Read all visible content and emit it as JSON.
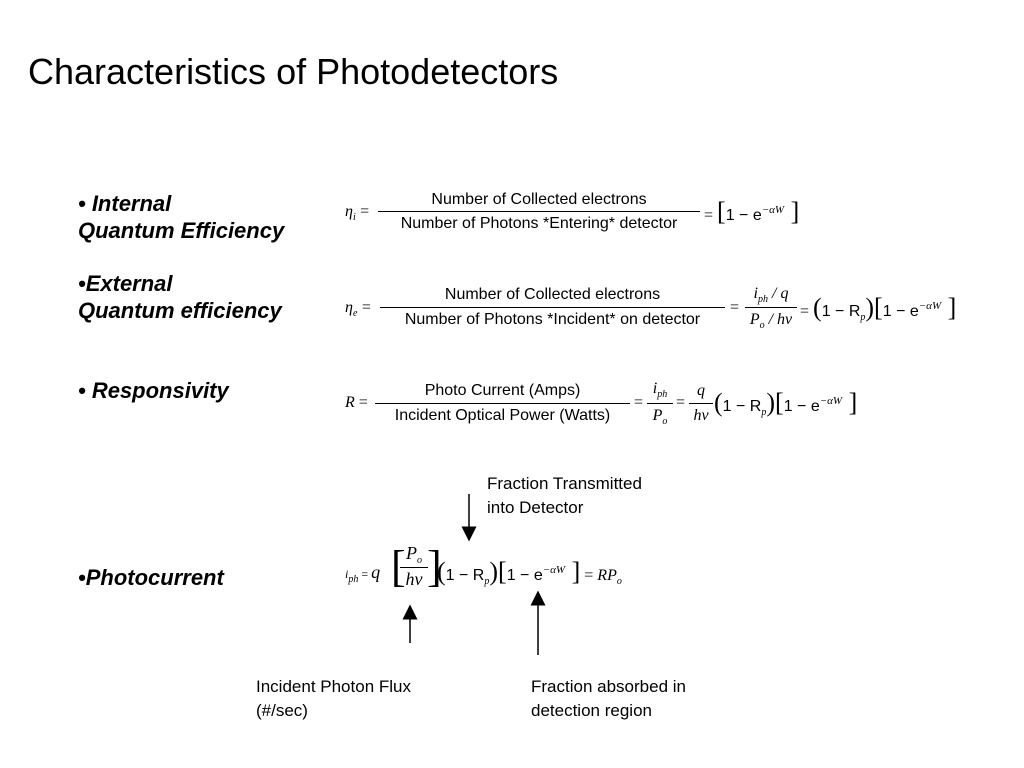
{
  "slide": {
    "title": "Characteristics of Photodetectors"
  },
  "bullets": {
    "internal_line1": "• Internal",
    "internal_line2": "Quantum Efficiency",
    "external_line1": "•External",
    "external_line2": "Quantum efficiency",
    "responsivity": "• Responsivity",
    "photocurrent": "•Photocurrent"
  },
  "eq_internal": {
    "lhs": "η",
    "lhs_sub": "i",
    "numerator": "Number of Collected electrons",
    "denominator": "Number of Photons *Entering* detector",
    "rhs": "1 − e",
    "rhs_sup": "−αW"
  },
  "eq_external": {
    "lhs": "η",
    "lhs_sub": "e",
    "numerator": "Number of Collected electrons",
    "denominator": "Number of Photons *Incident* on detector",
    "frac2_num": "i",
    "frac2_num_sub": "ph",
    "frac2_num_tail": " / q",
    "frac2_den": "P",
    "frac2_den_sub": "o",
    "frac2_den_tail": " / hν",
    "rhs_a": "1 − R",
    "rhs_a_sub": "p",
    "rhs_b": "1 − e",
    "rhs_b_sup": "−αW"
  },
  "eq_responsivity": {
    "lhs": "R",
    "numerator": "Photo Current (Amps)",
    "denominator": "Incident Optical Power (Watts)",
    "frac2_num": "i",
    "frac2_num_sub": "ph",
    "frac2_den": "P",
    "frac2_den_sub": "o",
    "frac3_num": "q",
    "frac3_den": "hν",
    "rhs_a": "1 − R",
    "rhs_a_sub": "p",
    "rhs_b": "1 − e",
    "rhs_b_sup": "−αW"
  },
  "eq_photocurrent": {
    "lhs": "i",
    "lhs_sub": "ph",
    "q": "q",
    "frac_num": "P",
    "frac_num_sub": "o",
    "frac_den": "hν",
    "rhs_a": "1 − R",
    "rhs_a_sub": "p",
    "rhs_b": "1 − e",
    "rhs_b_sup": "−αW",
    "result": "RP",
    "result_sub": "o"
  },
  "annotations": {
    "transmitted_line1": "Fraction Transmitted",
    "transmitted_line2": "into Detector",
    "flux_line1": "Incident Photon Flux",
    "flux_line2": "(#/sec)",
    "absorbed_line1": "Fraction  absorbed in",
    "absorbed_line2": "detection region"
  }
}
